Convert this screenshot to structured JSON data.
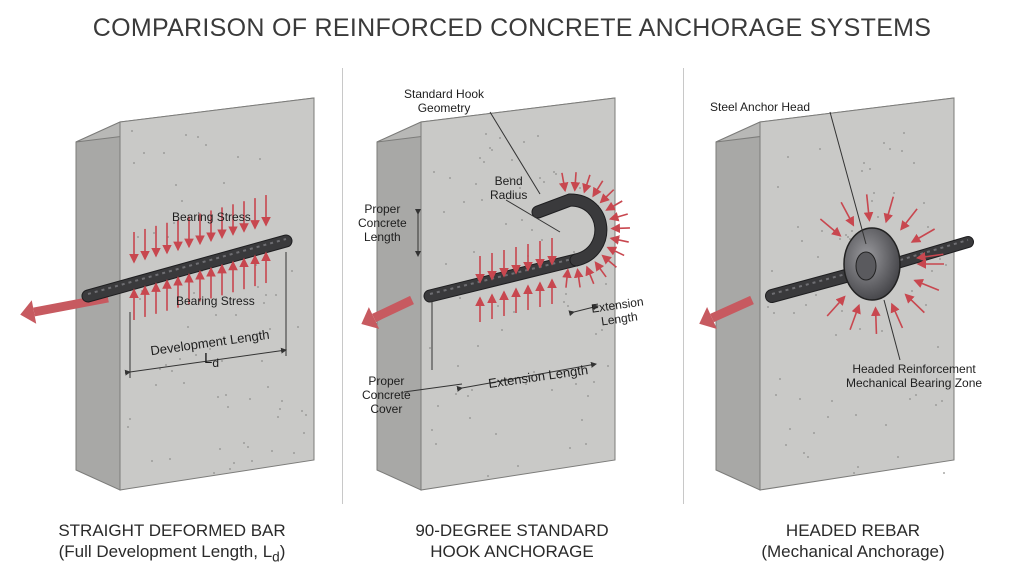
{
  "title": "COMPARISON OF REINFORCED CONCRETE ANCHORAGE SYSTEMS",
  "colors": {
    "concrete_face": "#c9c9c7",
    "concrete_side": "#a8a8a6",
    "concrete_top": "#b8b8b6",
    "rebar": "#3a3a3c",
    "stress_arrow": "#c8474f",
    "pull_arrow": "#c75a60"
  },
  "panels": [
    {
      "caption_line1": "STRAIGHT DEFORMED BAR",
      "caption_line2_main": "(Full Development Length, L",
      "caption_line2_sub": "d",
      "caption_line2_end": ")",
      "labels": {
        "bearing_stress_top": "Bearing Stress",
        "bearing_stress_bottom": "Bearing Stress",
        "development_length": "Development Length",
        "ld_main": "L",
        "ld_sub": "d"
      }
    },
    {
      "caption_line1": "90-DEGREE STANDARD",
      "caption_line2": "HOOK ANCHORAGE",
      "labels": {
        "hook_geometry_1": "Standard Hook",
        "hook_geometry_2": "Geometry",
        "bend_radius_1": "Bend",
        "bend_radius_2": "Radius",
        "proper_length_1": "Proper",
        "proper_length_2": "Concrete",
        "proper_length_3": "Length",
        "extension_length_right_1": "Extension",
        "extension_length_right_2": "Length",
        "extension_length_bottom": "Extension Length",
        "proper_cover_1": "Proper",
        "proper_cover_2": "Concrete",
        "proper_cover_3": "Cover"
      }
    },
    {
      "caption_line1": "HEADED REBAR",
      "caption_line2": "(Mechanical Anchorage)",
      "labels": {
        "anchor_head": "Steel Anchor Head",
        "bearing_zone_1": "Headed Reinforcement",
        "bearing_zone_2": "Mechanical Bearing Zone"
      }
    }
  ]
}
